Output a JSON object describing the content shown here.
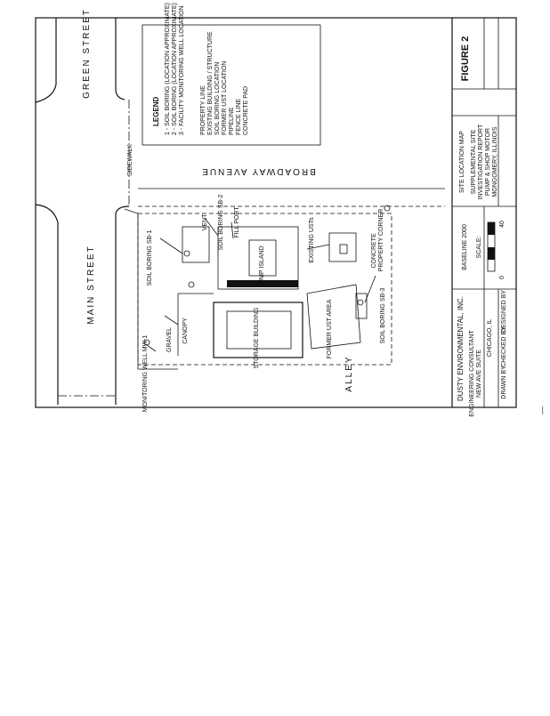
{
  "figure": {
    "number": "FIGURE 2",
    "title": "SITE LOCATION MAP",
    "subtitle_lines": [
      "SUPPLEMENTAL SITE",
      "INVESTIGATION REPORT",
      "PUMP & SHOP MOTOR",
      "MONGOMERY, ILLINOIS"
    ],
    "project": "BASELINE 2000",
    "scale_label": "SCALE:",
    "scale_marks": [
      "0",
      "40"
    ]
  },
  "company": {
    "name": "DUSTY ENVIRONMENTAL, INC.",
    "address_lines": [
      "ENGINEERING CONSULTANT",
      "NEW AVE SUITE",
      "CHICAGO, IL",
      "DESIGNED BY",
      "CHECKED BY",
      "DRAWN BY"
    ]
  },
  "legend": {
    "title": "LEGEND",
    "items": [
      "1 - SOIL BORING (LOCATION APPROXIMATE)",
      "2 - SOIL BORING (LOCATION APPROXIMATE)",
      "3 - FACILITY MONITORING WELL LOCATION",
      "PROPERTY LINE",
      "EXISTING BUILDING / STRUCTURE",
      "SOIL BORING LOCATION",
      "FORMER UST LOCATION",
      "PIPELINE",
      "FENCE LINE",
      "CONCRETE PAD"
    ]
  },
  "streets": {
    "north": "BROADWAY AVENUE",
    "west": "MAIN STREET",
    "east": "ALLEY",
    "corner": "GREEN STREET"
  },
  "site_labels": {
    "main_building": "STORAGE BUILDING",
    "canopy": "CANOPY",
    "dispenser_island": "PUMP ISLAND",
    "former_ust": "FORMER UST AREA",
    "existing_ust": "EXISTING USTs",
    "concrete": "CONCRETE",
    "soil_boring_1": "SOIL BORING SB-1",
    "soil_boring_2": "SOIL BORING SB-2",
    "soil_boring_3": "SOIL BORING SB-3",
    "monitoring_well": "MONITORING WELL MW-1",
    "property_corner": "PROPERTY CORNER",
    "gravel": "GRAVEL",
    "sidewalk": "SIDEWALK",
    "vent": "VENT",
    "fill_port": "FILL PORT"
  }
}
